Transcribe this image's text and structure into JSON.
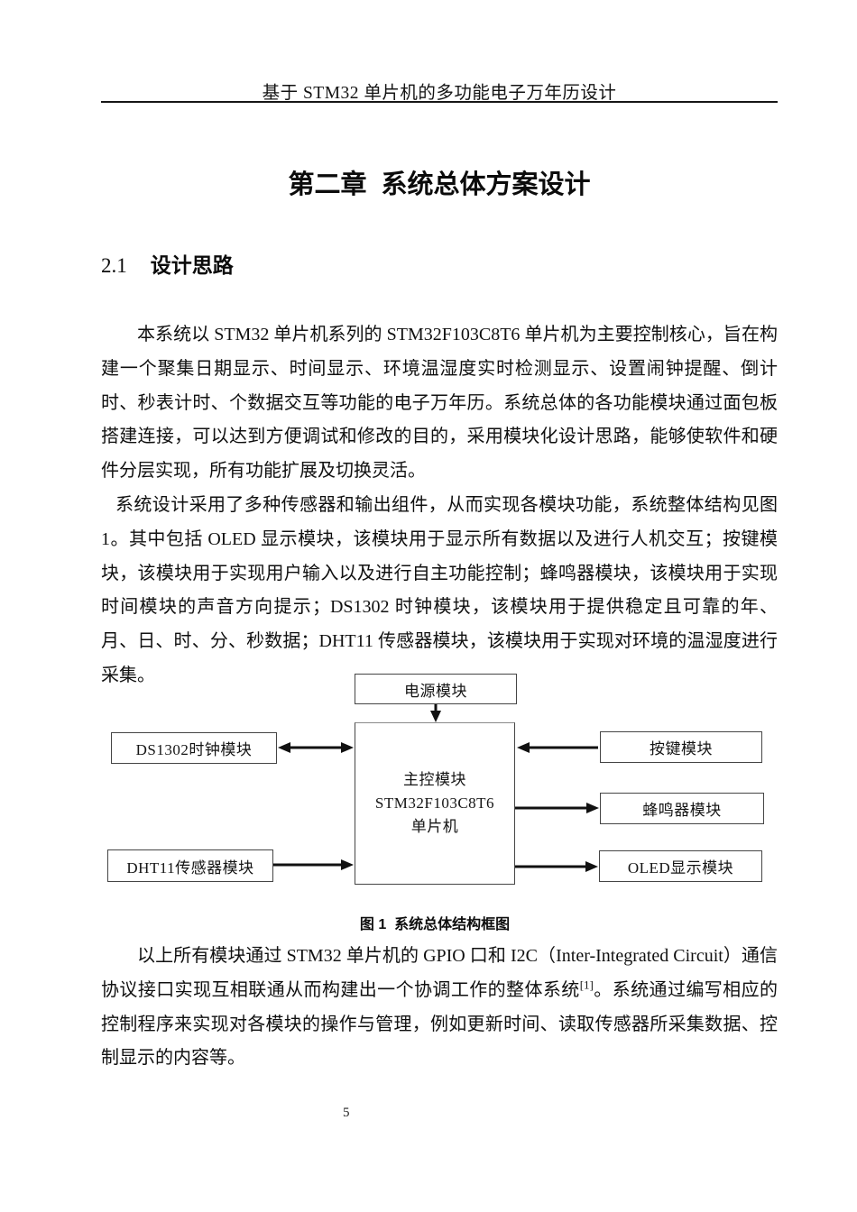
{
  "page": {
    "header": "基于 STM32 单片机的多功能电子万年历设计",
    "chapter_title": "第二章  系统总体方案设计",
    "section": {
      "number": "2.1",
      "title": "设计思路"
    },
    "paragraphs": {
      "p1": "本系统以 STM32 单片机系列的 STM32F103C8T6 单片机为主要控制核心，旨在构建一个聚集日期显示、时间显示、环境温湿度实时检测显示、设置闹钟提醒、倒计时、秒表计时、个数据交互等功能的电子万年历。系统总体的各功能模块通过面包板搭建连接，可以达到方便调试和修改的目的，采用模块化设计思路，能够使软件和硬件分层实现，所有功能扩展及切换灵活。",
      "p2": "系统设计采用了多种传感器和输出组件，从而实现各模块功能，系统整体结构见图 1。其中包括 OLED 显示模块，该模块用于显示所有数据以及进行人机交互；按键模块，该模块用于实现用户输入以及进行自主功能控制；蜂鸣器模块，该模块用于实现时间模块的声音方向提示；DS1302 时钟模块，该模块用于提供稳定且可靠的年、月、日、时、分、秒数据；DHT11 传感器模块，该模块用于实现对环境的温湿度进行采集。",
      "p3_before_ref": "以上所有模块通过 STM32 单片机的 GPIO 口和 I2C（Inter-Integrated Circuit）通信协议接口实现互相联通从而构建出一个协调工作的整体系统",
      "p3_ref": "[1]",
      "p3_after_ref": "。系统通过编写相应的控制程序来实现对各模块的操作与管理，例如更新时间、读取传感器所采集数据、控制显示的内容等。"
    },
    "figure": {
      "caption": "图 1  系统总体结构框图",
      "blocks": {
        "power": "电源模块",
        "mcu_line1": "主控模块",
        "mcu_line2": "STM32F103C8T6",
        "mcu_line3": "单片机",
        "ds1302": "DS1302时钟模块",
        "dht11": "DHT11传感器模块",
        "keys": "按键模块",
        "buzzer": "蜂鸣器模块",
        "oled": "OLED显示模块"
      }
    },
    "page_number": "5"
  }
}
